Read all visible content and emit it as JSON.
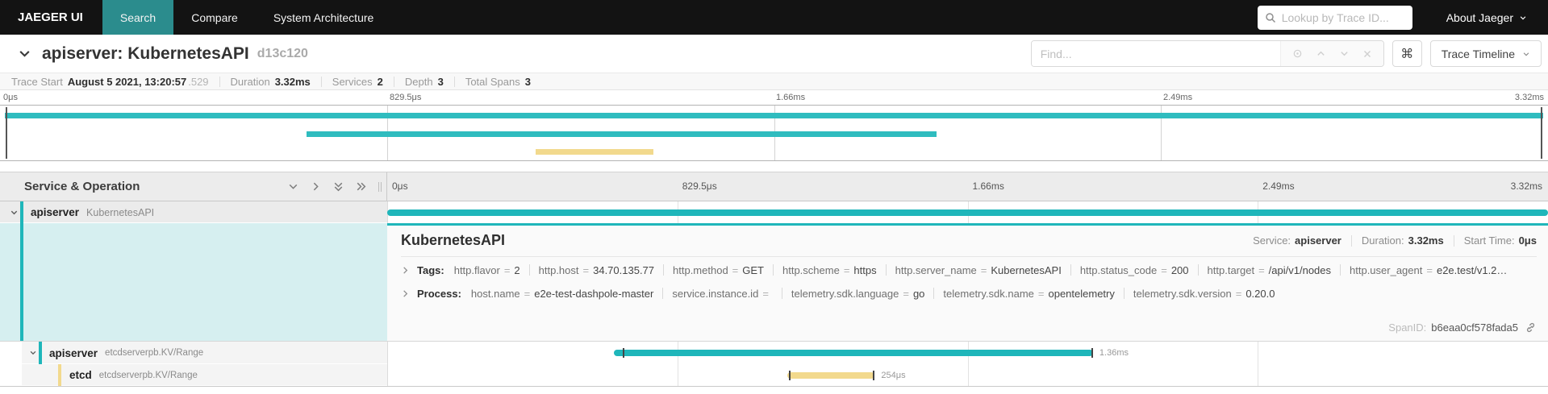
{
  "colors": {
    "accent_teal": "#1fb6ba",
    "span_yellow": "#f2d98d",
    "nav_active": "#2b8c8d",
    "detail_tint": "#d6eff0"
  },
  "nav": {
    "brand": "JAEGER UI",
    "tabs": [
      {
        "label": "Search"
      },
      {
        "label": "Compare"
      },
      {
        "label": "System Architecture"
      }
    ],
    "lookup_placeholder": "Lookup by Trace ID...",
    "about_label": "About Jaeger"
  },
  "titlebar": {
    "title": "apiserver: KubernetesAPI",
    "trace_id": "d13c120",
    "find_placeholder": "Find...",
    "shortcut_symbol": "⌘",
    "view_label": "Trace Timeline"
  },
  "summary": {
    "trace_start_label": "Trace Start",
    "trace_start_value": "August 5 2021, 13:20:57",
    "trace_start_fraction": ".529",
    "duration_label": "Duration",
    "duration_value": "3.32ms",
    "services_label": "Services",
    "services_value": "2",
    "depth_label": "Depth",
    "depth_value": "3",
    "total_spans_label": "Total Spans",
    "total_spans_value": "3"
  },
  "minimap": {
    "ticks": [
      "0μs",
      "829.5μs",
      "1.66ms",
      "2.49ms",
      "3.32ms"
    ],
    "bars": [
      {
        "start": 0.3,
        "width": 99.4,
        "color": "#2fbcbf"
      },
      {
        "start": 19.8,
        "width": 40.7,
        "color": "#2fbcbf"
      },
      {
        "start": 34.6,
        "width": 7.6,
        "color": "#f2d98d"
      }
    ]
  },
  "timeline": {
    "header_label": "Service & Operation",
    "ticks": [
      "0μs",
      "829.5μs",
      "1.66ms",
      "2.49ms",
      "3.32ms"
    ],
    "rows": [
      {
        "service": "apiserver",
        "operation": "KubernetesAPI",
        "duration": "",
        "bar": {
          "start": 0,
          "width": 100,
          "color": "#1fb6ba"
        }
      },
      {
        "service": "apiserver",
        "operation": "etcdserverpb.KV/Range",
        "duration": "1.36ms",
        "bar": {
          "start": 19.5,
          "width": 41.3,
          "color": "#1fb6ba"
        }
      },
      {
        "service": "etcd",
        "operation": "etcdserverpb.KV/Range",
        "duration": "254μs",
        "bar": {
          "start": 34.5,
          "width": 7.5,
          "color": "#f2d98d"
        }
      }
    ]
  },
  "detail": {
    "title": "KubernetesAPI",
    "service_label": "Service:",
    "service": "apiserver",
    "duration_label": "Duration:",
    "duration": "3.32ms",
    "start_label": "Start Time:",
    "start": "0μs",
    "eq": "=",
    "tags_label": "Tags:",
    "tags": [
      {
        "k": "http.flavor",
        "v": "2"
      },
      {
        "k": "http.host",
        "v": "34.70.135.77"
      },
      {
        "k": "http.method",
        "v": "GET"
      },
      {
        "k": "http.scheme",
        "v": "https"
      },
      {
        "k": "http.server_name",
        "v": "KubernetesAPI"
      },
      {
        "k": "http.status_code",
        "v": "200"
      },
      {
        "k": "http.target",
        "v": "/api/v1/nodes"
      },
      {
        "k": "http.user_agent",
        "v": "e2e.test/v1.2…"
      }
    ],
    "process_label": "Process:",
    "process": [
      {
        "k": "host.name",
        "v": "e2e-test-dashpole-master"
      },
      {
        "k": "service.instance.id",
        "v": ""
      },
      {
        "k": "telemetry.sdk.language",
        "v": "go"
      },
      {
        "k": "telemetry.sdk.name",
        "v": "opentelemetry"
      },
      {
        "k": "telemetry.sdk.version",
        "v": "0.20.0"
      }
    ],
    "span_id_label": "SpanID:",
    "span_id": "b6eaa0cf578fada5"
  }
}
